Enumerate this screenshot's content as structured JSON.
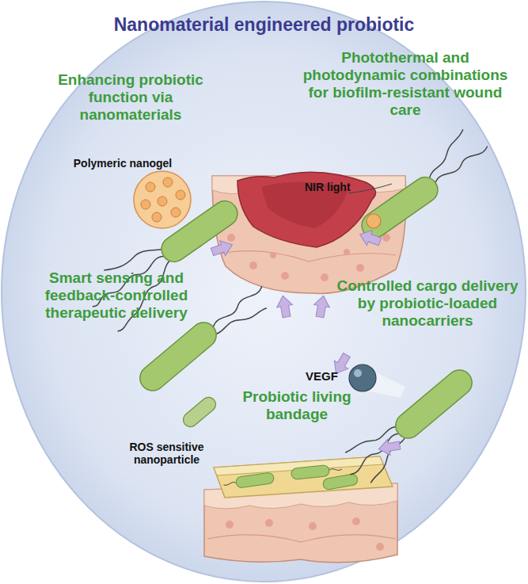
{
  "diagram": {
    "title": "Nanomaterial engineered probiotic",
    "labels": [
      "Enhancing probiotic function via nanomaterials",
      "Photothermal and photodynamic combinations for biofilm-resistant wound care",
      "Polymeric nanogel",
      "NIR light",
      "Smart sensing and feedback-controlled therapeutic delivery",
      "Controlled cargo delivery by probiotic-loaded nanocarriers",
      "VEGF",
      "Probiotic living bandage",
      "ROS sensitive nanoparticle"
    ]
  }
}
